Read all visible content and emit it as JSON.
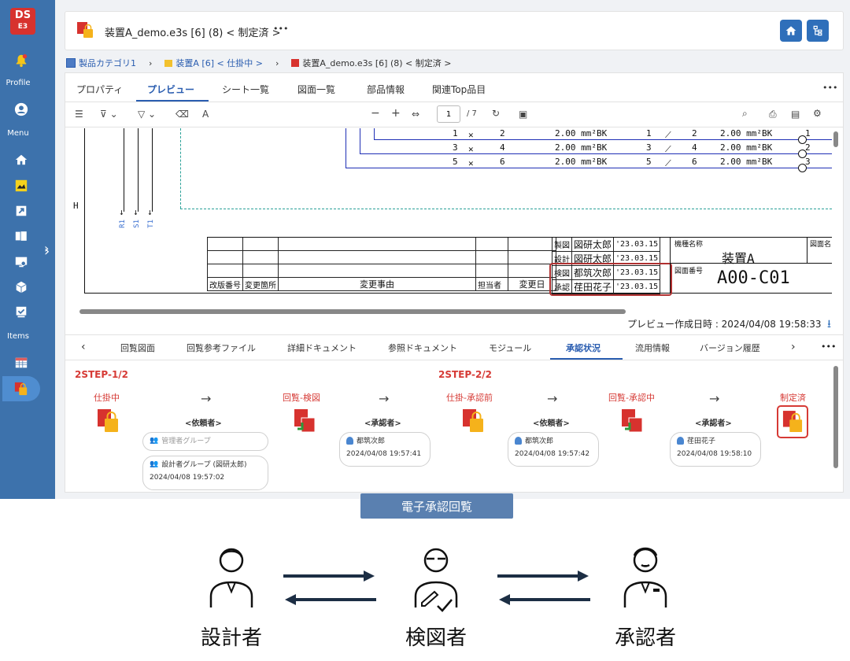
{
  "sidebar": {
    "logo_top": "DS",
    "logo_bottom": "E3",
    "profile_label": "Profile",
    "menu_label": "Menu",
    "items_label": "Items"
  },
  "header": {
    "title": "装置A_demo.e3s [6] (8) < 制定済 >",
    "more": "•••"
  },
  "breadcrumb": [
    {
      "label": "製品カテゴリ1"
    },
    {
      "label": "装置A [6] < 仕掛中 >"
    },
    {
      "label": "装置A_demo.e3s [6] (8) < 制定済 >"
    }
  ],
  "tabs": [
    "プロパティ",
    "プレビュー",
    "シート一覧",
    "図面一覧",
    "部品情報",
    "関連Top品目"
  ],
  "toolbar": {
    "page_value": "1",
    "page_total": "/ 7"
  },
  "drawing": {
    "row_label": "H",
    "arrows": [
      "R1",
      "S1",
      "T1"
    ],
    "wire_spec": "2.00 mm²BK",
    "left_nums": [
      "1",
      "3",
      "5"
    ],
    "left_nums2": [
      "2",
      "4",
      "6"
    ],
    "right_nums": [
      "1",
      "3",
      "5"
    ],
    "right_nums2": [
      "2",
      "4",
      "6"
    ],
    "far_nums": [
      "1",
      "2",
      "3"
    ],
    "rev_headers": [
      "改版番号",
      "変更箇所",
      "変更事由",
      "担当者",
      "変更日"
    ],
    "approvals": [
      {
        "role": "製図",
        "name": "図研太郎",
        "date": "'23.03.15"
      },
      {
        "role": "設計",
        "name": "図研太郎",
        "date": "'23.03.15"
      },
      {
        "role": "検図",
        "name": "都筑次郎",
        "date": "'23.03.15"
      },
      {
        "role": "承認",
        "name": "荏田花子",
        "date": "'23.03.15"
      }
    ],
    "model_label": "機種名称",
    "model_value": "装置A",
    "drawing_name_label": "図面名",
    "drawing_no_label": "図面番号",
    "drawing_no_value": "A00-C01"
  },
  "preview_created": "プレビュー作成日時 : 2024/04/08 19:58:33",
  "subtabs": [
    "回覧図面",
    "回覧参考ファイル",
    "詳細ドキュメント",
    "参照ドキュメント",
    "モジュール",
    "承認状況",
    "流用情報",
    "バージョン履歴"
  ],
  "workflow": {
    "step1_title": "2STEP-1/2",
    "step2_title": "2STEP-2/2",
    "states": [
      "仕掛中",
      "回覧-検図",
      "仕掛-承認前",
      "回覧-承認中",
      "制定済"
    ],
    "requester_role": "<依頼者>",
    "approver_role": "<承認者>",
    "step1_requester_group_inactive": "管理者グループ",
    "step1_requester_group": "設計者グループ (図研太郎)",
    "step1_requester_date": "2024/04/08 19:57:02",
    "step1_approver_name": "都筑次郎",
    "step1_approver_date": "2024/04/08 19:57:41",
    "step2_requester_name": "都筑次郎",
    "step2_requester_date": "2024/04/08 19:57:42",
    "step2_approver_name": "荏田花子",
    "step2_approver_date": "2024/04/08 19:58:10"
  },
  "banner": "電子承認回覧",
  "persons": [
    "設計者",
    "検図者",
    "承認者"
  ],
  "colors": {
    "accent": "#2f6fba",
    "sidebar": "#3d72ac",
    "state_red": "#d63a35",
    "highlight_box": "#b03030",
    "banner": "#5a80b0"
  }
}
